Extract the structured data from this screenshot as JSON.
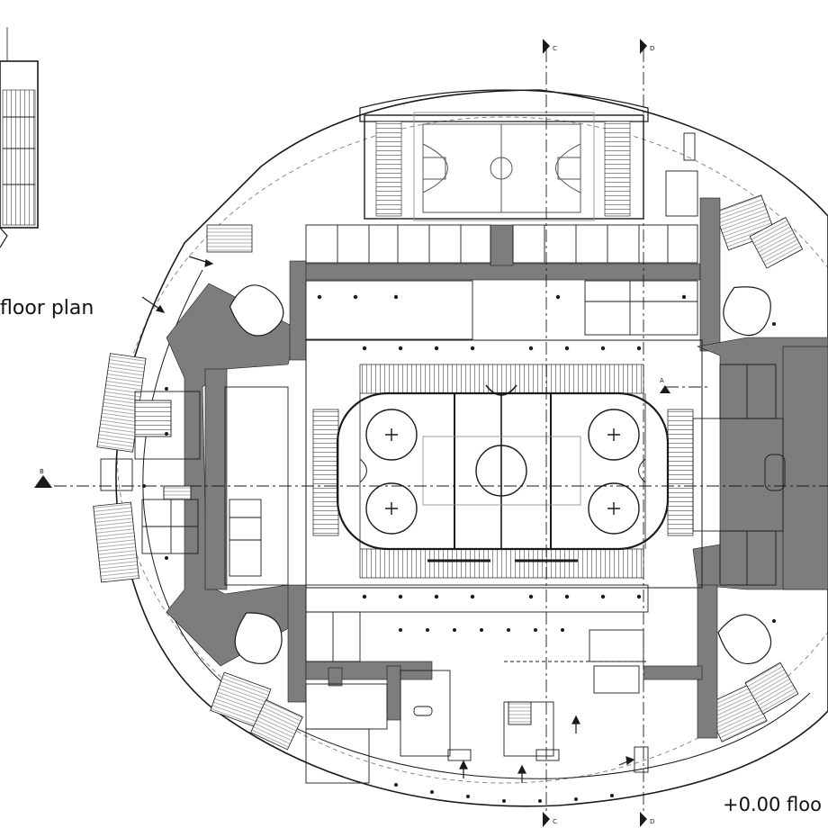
{
  "labels": {
    "left_plan": "floor plan",
    "bottom_plan": "+0.00 floo",
    "section_c_top": "C",
    "section_d_top": "D",
    "section_c_bottom": "C",
    "section_d_bottom": "D",
    "section_a": "A",
    "section_b": "B"
  },
  "colors": {
    "wall_fill": "#7d7d7d",
    "line": "#1a1a1a",
    "light_line": "#9a9a9a",
    "background": "#ffffff"
  }
}
